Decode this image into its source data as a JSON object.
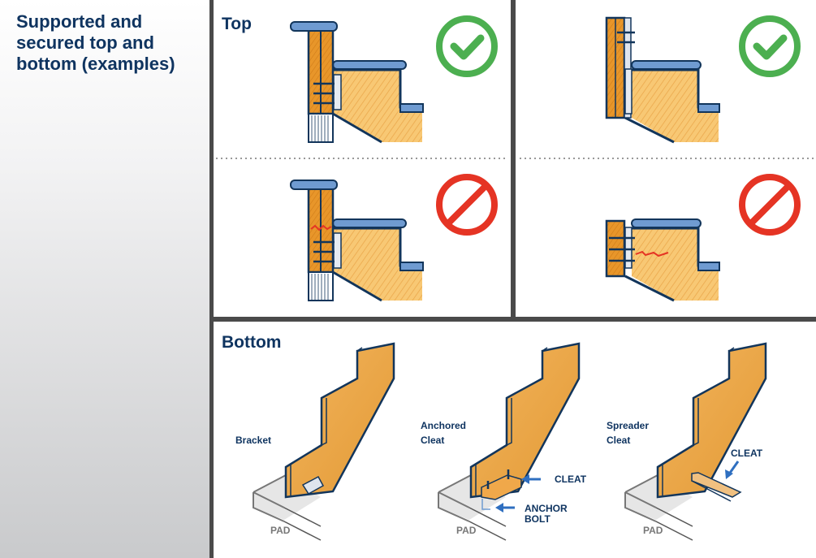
{
  "sidebar": {
    "title": "Supported and secured top and bottom (examples)"
  },
  "top": {
    "heading": "Top",
    "panels": [
      {
        "status": "correct",
        "icon": "check-circle-icon"
      },
      {
        "status": "correct",
        "icon": "check-circle-icon"
      },
      {
        "status": "incorrect",
        "icon": "prohibited-icon"
      },
      {
        "status": "incorrect",
        "icon": "prohibited-icon"
      }
    ]
  },
  "bottom": {
    "heading": "Bottom",
    "examples": [
      {
        "title1": "Bracket",
        "title2": "",
        "pad": "PAD"
      },
      {
        "title1": "Anchored",
        "title2": "Cleat",
        "pad": "PAD",
        "callouts": [
          "CLEAT",
          "ANCHOR",
          "BOLT"
        ]
      },
      {
        "title1": "Spreader",
        "title2": "Cleat",
        "pad": "PAD",
        "callouts": [
          "CLEAT"
        ]
      }
    ]
  },
  "colors": {
    "navy": "#0f3460",
    "wood": "#f0a84a",
    "post": "#e8962a",
    "cap": "#6f9bd1",
    "ok": "#4caf50",
    "bad": "#e53424",
    "divider": "#4a4a4a"
  }
}
